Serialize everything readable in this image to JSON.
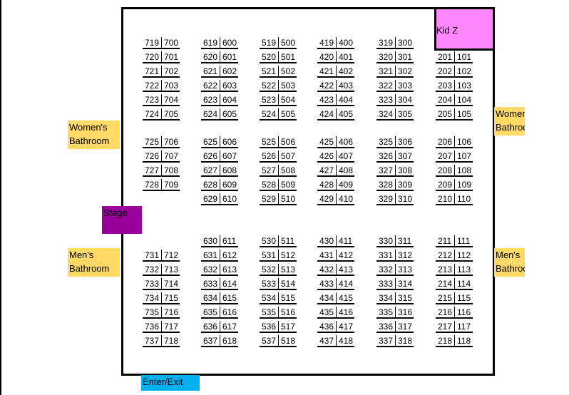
{
  "areas": {
    "womens_left": "Women's Bathroom",
    "womens_right": "Women's Bathroom",
    "mens_left": "Men's Bathroom",
    "mens_right": "Men's Bathroom",
    "stage": "Stage",
    "kids": "Kid Z",
    "entrance": "Enter/Exit"
  },
  "colors": {
    "bathroom": "#ffd966",
    "stage": "#990099",
    "kids": "#ff88ff",
    "entrance": "#00b0f0"
  },
  "columns": [
    [
      [
        "719",
        "700"
      ],
      [
        "720",
        "701"
      ],
      [
        "721",
        "702"
      ],
      [
        "722",
        "703"
      ],
      [
        "723",
        "704"
      ],
      [
        "724",
        "705"
      ],
      [
        "725",
        "706"
      ],
      [
        "726",
        "707"
      ],
      [
        "727",
        "708"
      ],
      [
        "728",
        "709"
      ],
      [
        "731",
        "712"
      ],
      [
        "732",
        "713"
      ],
      [
        "733",
        "714"
      ],
      [
        "734",
        "715"
      ],
      [
        "735",
        "716"
      ],
      [
        "736",
        "717"
      ],
      [
        "737",
        "718"
      ]
    ],
    [
      [
        "619",
        "600"
      ],
      [
        "620",
        "601"
      ],
      [
        "621",
        "602"
      ],
      [
        "622",
        "603"
      ],
      [
        "623",
        "604"
      ],
      [
        "624",
        "605"
      ],
      [
        "625",
        "606"
      ],
      [
        "626",
        "607"
      ],
      [
        "627",
        "608"
      ],
      [
        "628",
        "609"
      ],
      [
        "629",
        "610"
      ],
      [
        "630",
        "611"
      ],
      [
        "631",
        "612"
      ],
      [
        "632",
        "613"
      ],
      [
        "633",
        "614"
      ],
      [
        "634",
        "615"
      ],
      [
        "635",
        "616"
      ],
      [
        "636",
        "617"
      ],
      [
        "637",
        "618"
      ]
    ],
    [
      [
        "519",
        "500"
      ],
      [
        "520",
        "501"
      ],
      [
        "521",
        "502"
      ],
      [
        "522",
        "503"
      ],
      [
        "523",
        "504"
      ],
      [
        "524",
        "505"
      ],
      [
        "525",
        "506"
      ],
      [
        "526",
        "507"
      ],
      [
        "527",
        "508"
      ],
      [
        "528",
        "509"
      ],
      [
        "529",
        "510"
      ],
      [
        "530",
        "511"
      ],
      [
        "531",
        "512"
      ],
      [
        "532",
        "513"
      ],
      [
        "533",
        "514"
      ],
      [
        "534",
        "515"
      ],
      [
        "535",
        "516"
      ],
      [
        "536",
        "517"
      ],
      [
        "537",
        "518"
      ]
    ],
    [
      [
        "419",
        "400"
      ],
      [
        "420",
        "401"
      ],
      [
        "421",
        "402"
      ],
      [
        "422",
        "403"
      ],
      [
        "423",
        "404"
      ],
      [
        "424",
        "405"
      ],
      [
        "425",
        "406"
      ],
      [
        "426",
        "407"
      ],
      [
        "427",
        "408"
      ],
      [
        "428",
        "409"
      ],
      [
        "429",
        "410"
      ],
      [
        "430",
        "411"
      ],
      [
        "431",
        "412"
      ],
      [
        "432",
        "413"
      ],
      [
        "433",
        "414"
      ],
      [
        "434",
        "415"
      ],
      [
        "435",
        "416"
      ],
      [
        "436",
        "417"
      ],
      [
        "437",
        "418"
      ]
    ],
    [
      [
        "319",
        "300"
      ],
      [
        "320",
        "301"
      ],
      [
        "321",
        "302"
      ],
      [
        "322",
        "303"
      ],
      [
        "323",
        "304"
      ],
      [
        "324",
        "305"
      ],
      [
        "325",
        "306"
      ],
      [
        "326",
        "307"
      ],
      [
        "327",
        "308"
      ],
      [
        "328",
        "309"
      ],
      [
        "329",
        "310"
      ],
      [
        "330",
        "311"
      ],
      [
        "331",
        "312"
      ],
      [
        "332",
        "313"
      ],
      [
        "333",
        "314"
      ],
      [
        "334",
        "315"
      ],
      [
        "335",
        "316"
      ],
      [
        "336",
        "317"
      ],
      [
        "337",
        "318"
      ]
    ],
    [
      [
        "201",
        "101"
      ],
      [
        "202",
        "102"
      ],
      [
        "203",
        "103"
      ],
      [
        "204",
        "104"
      ],
      [
        "205",
        "105"
      ],
      [
        "206",
        "106"
      ],
      [
        "207",
        "107"
      ],
      [
        "208",
        "108"
      ],
      [
        "209",
        "109"
      ],
      [
        "210",
        "110"
      ],
      [
        "211",
        "111"
      ],
      [
        "212",
        "112"
      ],
      [
        "213",
        "113"
      ],
      [
        "214",
        "114"
      ],
      [
        "215",
        "115"
      ],
      [
        "216",
        "116"
      ],
      [
        "217",
        "117"
      ],
      [
        "218",
        "118"
      ]
    ]
  ]
}
